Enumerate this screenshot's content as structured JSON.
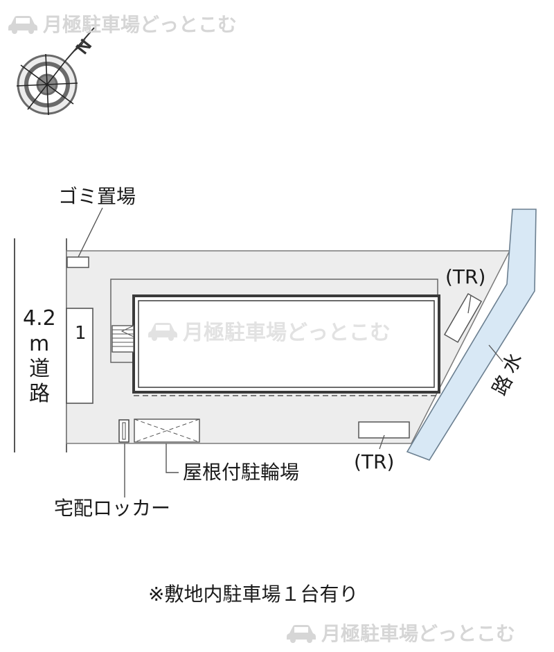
{
  "watermark": {
    "text": "月極駐車場どっとこむ",
    "icon": "car-icon"
  },
  "compass": {
    "north_label": "N",
    "icon": "compass-icon"
  },
  "labels": {
    "garbage": "ゴミ置場",
    "road_width": "4.2",
    "road_unit": "m",
    "road_name_1": "道",
    "road_name_2": "路",
    "space_number": "1",
    "transformer_top": "(TR)",
    "transformer_bottom": "(TR)",
    "waterway_1": "水",
    "waterway_2": "路",
    "bicycle_parking": "屋根付駐輪場",
    "delivery_locker": "宅配ロッカー",
    "footnote": "※敷地内駐車場１台有り"
  },
  "colors": {
    "line": "#555555",
    "lot_fill": "#ededed",
    "waterway": "#d8e8f5",
    "watermark": "#d6d6d6"
  }
}
